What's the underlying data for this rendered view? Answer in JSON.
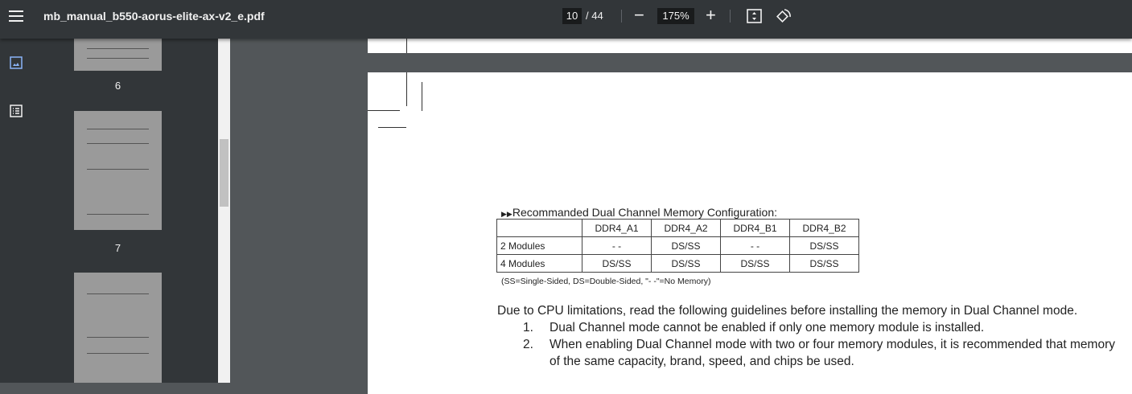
{
  "toolbar": {
    "title": "mb_manual_b550-aorus-elite-ax-v2_e.pdf",
    "page_current": "10",
    "page_total": "/ 44",
    "zoom": "175%",
    "zoom_out": "−",
    "zoom_in": "+"
  },
  "sidebar": {
    "thumbnails": [
      {
        "label": "6"
      },
      {
        "label": "7"
      }
    ]
  },
  "document": {
    "heading": "Recommanded Dual Channel Memory Configuration:",
    "columns": [
      "",
      "DDR4_A1",
      "DDR4_A2",
      "DDR4_B1",
      "DDR4_B2"
    ],
    "rows": [
      [
        "2 Modules",
        "- -",
        "DS/SS",
        "- -",
        "DS/SS"
      ],
      [
        "4 Modules",
        "DS/SS",
        "DS/SS",
        "DS/SS",
        "DS/SS"
      ]
    ],
    "note": "(SS=Single-Sided, DS=Double-Sided, \"- -\"=No Memory)",
    "intro": "Due to CPU limitations, read the following guidelines before installing the memory in Dual Channel mode.",
    "items": [
      {
        "num": "1.",
        "text": "Dual Channel mode cannot be enabled if only one memory module is installed."
      },
      {
        "num": "2.",
        "text": "When enabling Dual Channel mode with two or four memory modules, it is recommended that memory",
        "text2": "of the same capacity, brand, speed, and chips be used."
      }
    ]
  }
}
